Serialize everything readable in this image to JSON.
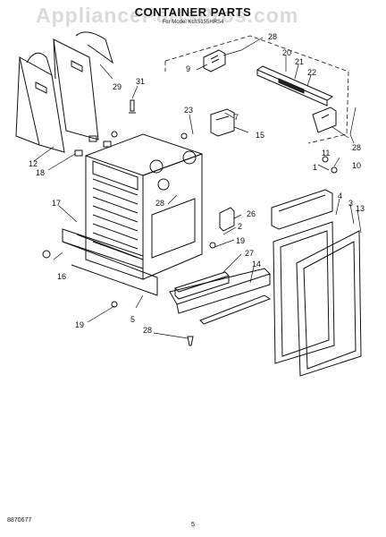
{
  "header": {
    "title": "CONTAINER PARTS",
    "subtitle": "For Model KUIS155HRS4",
    "watermark": "AppliancePartsPros.com"
  },
  "callouts": [
    "28",
    "9",
    "20",
    "21",
    "22",
    "29",
    "31",
    "23",
    "7",
    "15",
    "12",
    "18",
    "1",
    "11",
    "10",
    "28",
    "28",
    "26",
    "4",
    "3",
    "13",
    "17",
    "2",
    "19",
    "27",
    "14",
    "16",
    "19",
    "5",
    "28"
  ],
  "footer": {
    "left": "8870677",
    "center": "5"
  }
}
